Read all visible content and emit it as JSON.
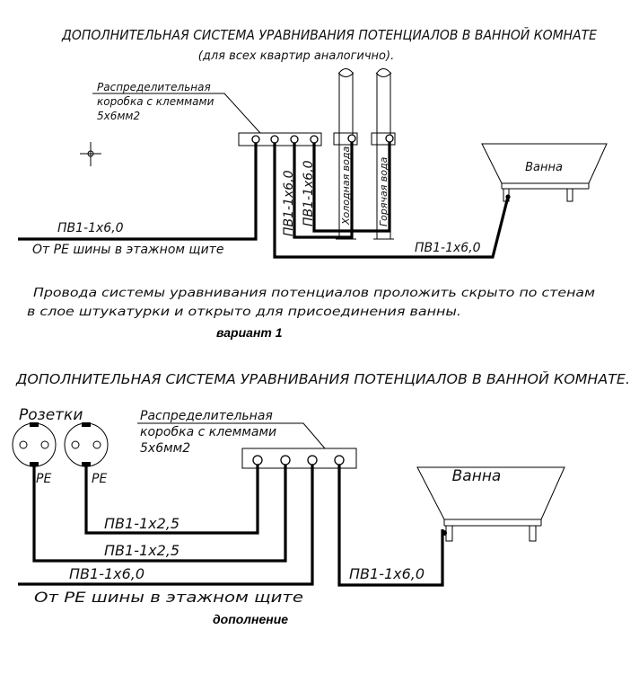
{
  "variant1": {
    "title": "ДОПОЛНИТЕЛЬНАЯ СИСТЕМА УРАВНИВАНИЯ ПОТЕНЦИАЛОВ В ВАННОЙ КОМНАТЕ",
    "subtitle": "(для всех квартир аналогично).",
    "box_label": [
      "Распределительная",
      "коробка с клеммами",
      "5х6мм2"
    ],
    "cable_main": "ПВ1-1х6,0",
    "source_label": "От РЕ шины в этажном щите",
    "riser_cable_1": "ПВ1-1х6,0",
    "riser_cable_2": "ПВ1-1х6,0",
    "cold_water": "Холодная вода",
    "hot_water": "Горячая вода",
    "bath_label": "Ванна",
    "bath_cable": "ПВ1-1х6,0",
    "note_line_1": "Провода системы уравнивания потенциалов проложить скрыто по стенам",
    "note_line_2": "в слое штукатурки и открыто для присоединения ванны.",
    "caption": "вариант 1"
  },
  "addition": {
    "title": "ДОПОЛНИТЕЛЬНАЯ СИСТЕМА УРАВНИВАНИЯ ПОТЕНЦИАЛОВ В ВАННОЙ КОМНАТЕ.",
    "sockets_label": "Розетки",
    "pe_label_1": "PE",
    "pe_label_2": "PE",
    "box_label": [
      "Распределительная",
      "коробка с клеммами",
      "5х6мм2"
    ],
    "cable_socket_1": "ПВ1-1х2,5",
    "cable_socket_2": "ПВ1-1х2,5",
    "cable_main": "ПВ1-1х6,0",
    "source_label": "От РЕ шины в этажном щите",
    "bath_label": "Ванна",
    "bath_cable": "ПВ1-1х6,0",
    "caption": "дополнение"
  }
}
